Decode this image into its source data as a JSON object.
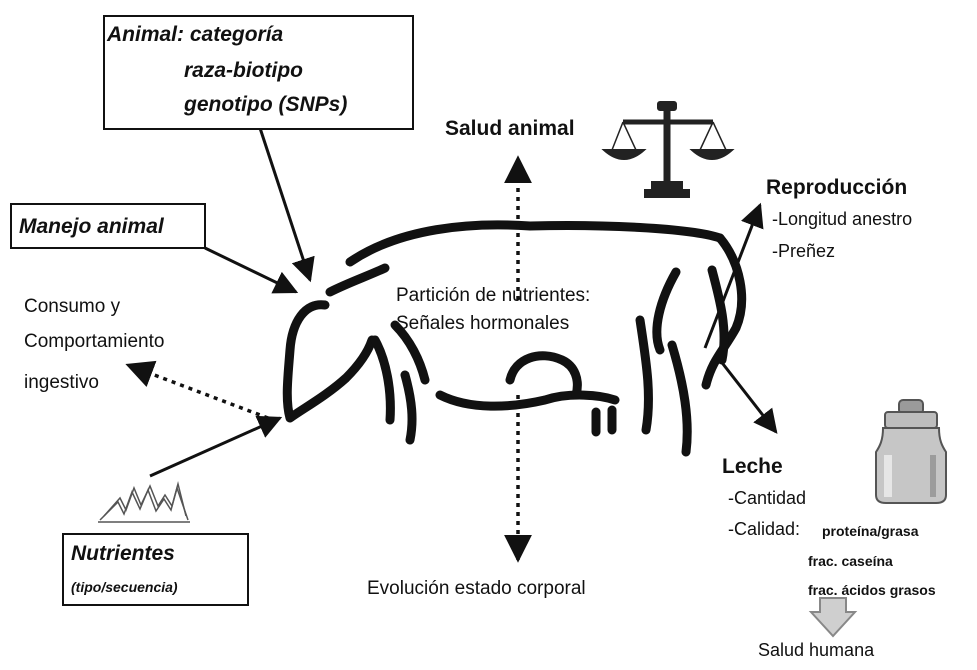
{
  "animal_box": {
    "line1": "Animal: categoría",
    "line2": "raza-biotipo",
    "line3": "genotipo (SNPs)"
  },
  "manejo_box": {
    "label": "Manejo animal"
  },
  "nutrientes_box": {
    "title": "Nutrientes",
    "subtitle": "(tipo/secuencia)"
  },
  "consumo": {
    "line1": "Consumo y",
    "line2": "Comportamiento",
    "line3": "ingestivo"
  },
  "salud_animal": "Salud animal",
  "particion": {
    "line1": "Partición de nutrientes:",
    "line2": "Señales hormonales"
  },
  "reproduccion": {
    "title": "Reproducción",
    "items": [
      "-Longitud anestro",
      "-Preñez"
    ]
  },
  "leche": {
    "title": "Leche",
    "cantidad": "-Cantidad",
    "calidad": "-Calidad:",
    "calidad_detail": "proteína/grasa",
    "frac1": "frac. caseína",
    "frac2": "frac. ácidos grasos"
  },
  "evolucion": "Evolución estado corporal",
  "salud_humana": "Salud humana",
  "colors": {
    "ink": "#111111",
    "milk_can": "#bdbdbd",
    "down_arrow": "#cfcfcf"
  },
  "icons": [
    "scale-icon",
    "milk-can-icon",
    "nutrient-waves-icon",
    "down-arrow-icon",
    "cow-outline"
  ]
}
